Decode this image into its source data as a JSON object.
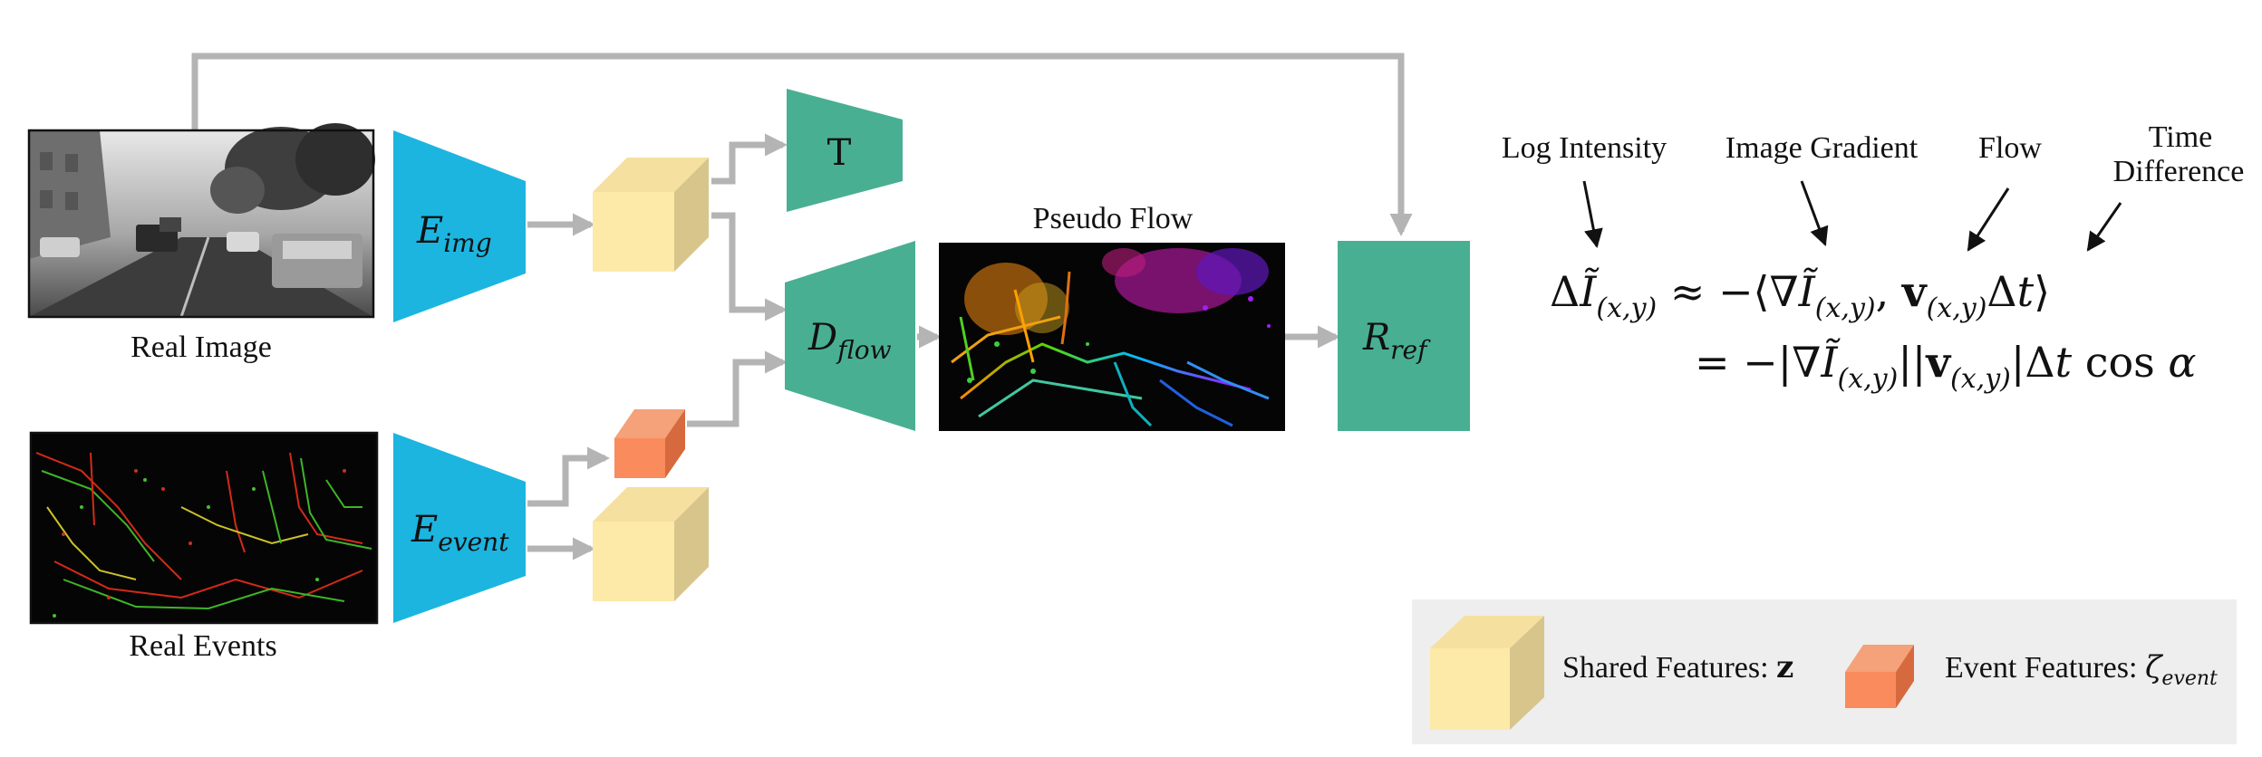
{
  "labels": {
    "real_image": "Real Image",
    "real_events": "Real Events",
    "pseudo_flow": "Pseudo Flow",
    "t_block": "T"
  },
  "modules": {
    "e_img": {
      "symbol": "E",
      "sub": "img"
    },
    "e_event": {
      "symbol": "E",
      "sub": "event"
    },
    "d_flow": {
      "symbol": "D",
      "sub": "flow"
    },
    "r_ref": {
      "symbol": "R",
      "sub": "ref"
    }
  },
  "annotations": {
    "log_intensity": "Log Intensity",
    "image_gradient": "Image Gradient",
    "flow": "Flow",
    "time_difference_line1": "Time",
    "time_difference_line2": "Difference"
  },
  "legend": {
    "shared_prefix": "Shared Features: ",
    "shared_symbol": "z",
    "event_prefix": "Event Features: ",
    "event_symbol": "ζ",
    "event_sub": "event"
  },
  "colors": {
    "encoder": "#1BB5E0",
    "teal": "#49AF92",
    "shared_front": "#FDE9A8",
    "shared_top": "#F6E0A0",
    "shared_side": "#D8C58C",
    "event_front": "#F98B5C",
    "event_top": "#F5A17A",
    "event_side": "#D66A3E",
    "arrow": "#B4B4B4",
    "legend_bg": "#EEEEEE"
  }
}
